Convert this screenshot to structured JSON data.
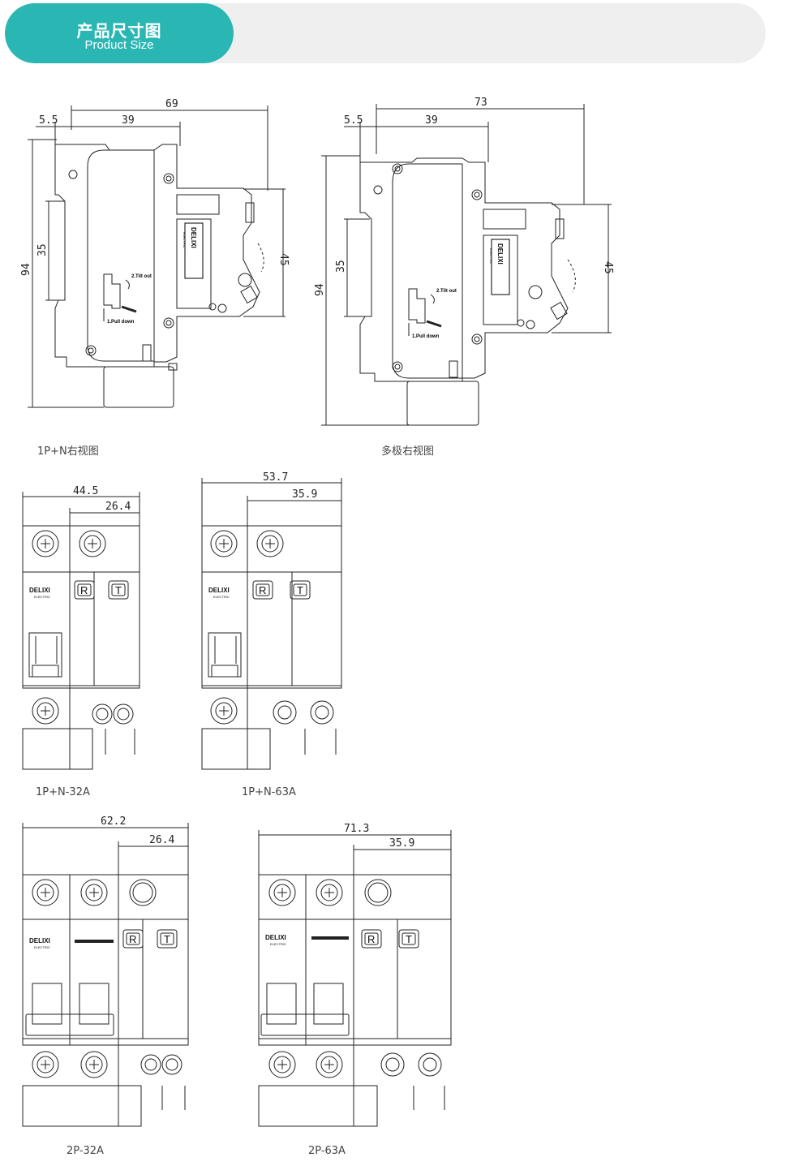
{
  "header": {
    "title_cn": "产品尺寸图",
    "title_en": "Product Size"
  },
  "captions": {
    "side_1pn": "1P+N右视图",
    "side_multi": "多极右视图",
    "front_1pn_32": "1P+N-32A",
    "front_1pn_63": "1P+N-63A",
    "front_2p_32": "2P-32A",
    "front_2p_63": "2P-63A"
  },
  "side_1pn": {
    "dim_total_width": "69",
    "dim_offset": "5.5",
    "dim_depth": "39",
    "dim_height": "94",
    "dim_rail": "35",
    "dim_front": "45",
    "label_tilt": "2.Tilt out",
    "label_pull": "1.Pull down",
    "brand_logo": "DELIXI",
    "brand_sub": "ELECTRIC"
  },
  "side_multi": {
    "dim_total_width": "73",
    "dim_offset": "5.5",
    "dim_depth": "39",
    "dim_height": "94",
    "dim_rail": "35",
    "dim_front": "45",
    "label_tilt": "2.Tilt out",
    "label_pull": "1.Pull down",
    "brand_logo": "DELIXI",
    "brand_sub": "ELECTRIC"
  },
  "front_1pn_32": {
    "dim_total": "44.5",
    "dim_module": "26.4",
    "brand": "DELIXI",
    "brand_sub": "ELECTRIC",
    "btn_r": "R",
    "btn_t": "T"
  },
  "front_1pn_63": {
    "dim_total": "53.7",
    "dim_module": "35.9",
    "brand": "DELIXI",
    "brand_sub": "ELECTRIC",
    "btn_r": "R",
    "btn_t": "T"
  },
  "front_2p_32": {
    "dim_total": "62.2",
    "dim_module": "26.4",
    "brand": "DELIXI",
    "brand_sub": "ELECTRIC",
    "btn_r": "R",
    "btn_t": "T"
  },
  "front_2p_63": {
    "dim_total": "71.3",
    "dim_module": "35.9",
    "brand": "DELIXI",
    "brand_sub": "ELECTRIC",
    "btn_r": "R",
    "btn_t": "T"
  },
  "colors": {
    "accent": "#2ab7b3",
    "header_bg": "#efefef",
    "line": "#222222"
  }
}
